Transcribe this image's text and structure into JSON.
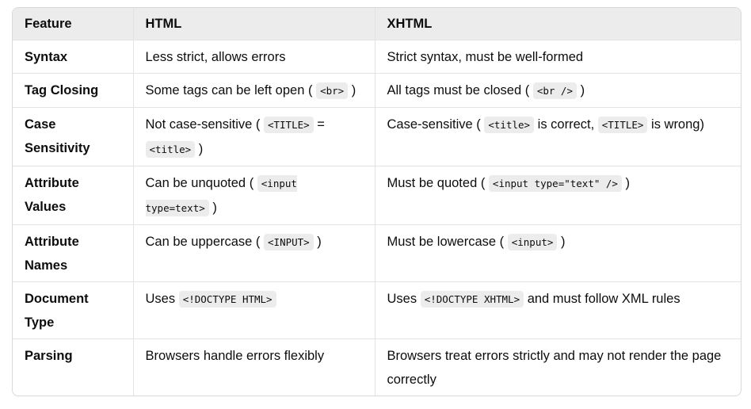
{
  "table": {
    "headers": [
      "Feature",
      "HTML",
      "XHTML"
    ],
    "rows": [
      {
        "feature": "Syntax",
        "html": [
          {
            "t": "Less strict, allows errors"
          }
        ],
        "xhtml": [
          {
            "t": "Strict syntax, must be well-formed"
          }
        ]
      },
      {
        "feature": "Tag Closing",
        "html": [
          {
            "t": "Some tags can be left open ( "
          },
          {
            "c": "<br>"
          },
          {
            "t": " )"
          }
        ],
        "xhtml": [
          {
            "t": "All tags must be closed ( "
          },
          {
            "c": "<br />"
          },
          {
            "t": " )"
          }
        ]
      },
      {
        "feature": "Case Sensitivity",
        "html": [
          {
            "t": "Not case-sensitive ( "
          },
          {
            "c": "<TITLE>"
          },
          {
            "t": " = "
          },
          {
            "c": "<title>"
          },
          {
            "t": " )"
          }
        ],
        "xhtml": [
          {
            "t": "Case-sensitive ( "
          },
          {
            "c": "<title>"
          },
          {
            "t": " is correct, "
          },
          {
            "c": "<TITLE>"
          },
          {
            "t": " is wrong)"
          }
        ]
      },
      {
        "feature": "Attribute Values",
        "html": [
          {
            "t": "Can be unquoted ( "
          },
          {
            "c": "<input type=text>"
          },
          {
            "t": " )"
          }
        ],
        "xhtml": [
          {
            "t": "Must be quoted ( "
          },
          {
            "c": "<input type=\"text\" />"
          },
          {
            "t": " )"
          }
        ]
      },
      {
        "feature": "Attribute Names",
        "html": [
          {
            "t": "Can be uppercase ( "
          },
          {
            "c": "<INPUT>"
          },
          {
            "t": " )"
          }
        ],
        "xhtml": [
          {
            "t": "Must be lowercase ( "
          },
          {
            "c": "<input>"
          },
          {
            "t": " )"
          }
        ]
      },
      {
        "feature": "Document Type",
        "html": [
          {
            "t": "Uses "
          },
          {
            "c": "<!DOCTYPE HTML>"
          }
        ],
        "xhtml": [
          {
            "t": "Uses "
          },
          {
            "c": "<!DOCTYPE XHTML>"
          },
          {
            "t": " and must follow XML rules"
          }
        ]
      },
      {
        "feature": "Parsing",
        "html": [
          {
            "t": "Browsers handle errors flexibly"
          }
        ],
        "xhtml": [
          {
            "t": "Browsers treat errors strictly and may not render the page correctly"
          }
        ]
      }
    ]
  }
}
